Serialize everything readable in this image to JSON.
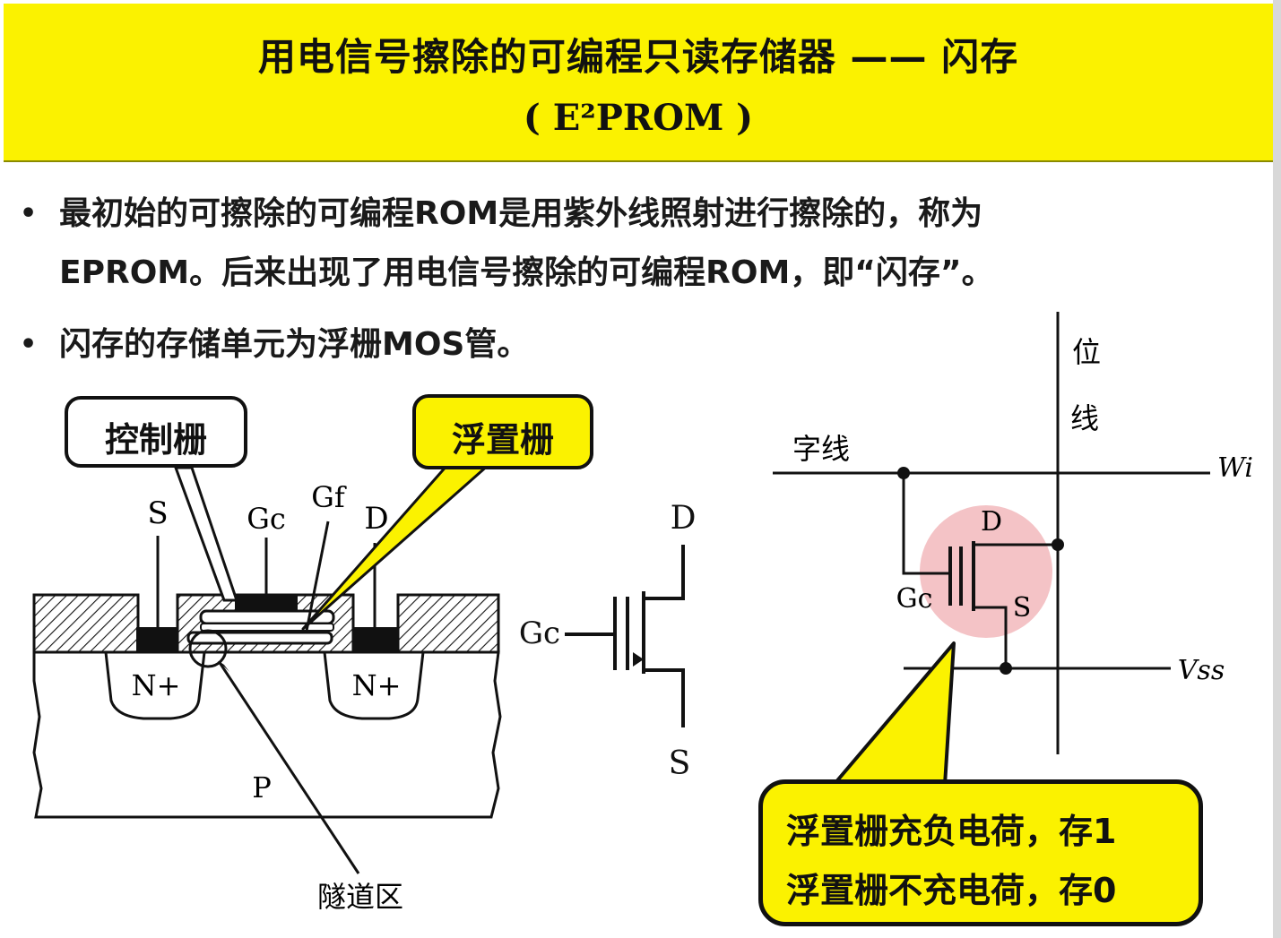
{
  "header": {
    "title": "用电信号擦除的可编程只读存储器 —— 闪存",
    "subtitle": "( E²PROM )"
  },
  "bullets": [
    {
      "line1": "最初始的可擦除的可编程ROM是用紫外线照射进行擦除的，称为",
      "line2": "EPROM。后来出现了用电信号擦除的可编程ROM，即“闪存”。"
    },
    {
      "line1": "闪存的存储单元为浮栅MOS管。"
    }
  ],
  "bullet_marker": "•",
  "cross_section": {
    "callout_control_gate": "控制栅",
    "callout_floating_gate": "浮置栅",
    "label_s": "S",
    "label_gc": "Gc",
    "label_gf": "Gf",
    "label_d": "D",
    "label_n_left": "N+",
    "label_n_right": "N+",
    "label_p": "P",
    "label_tunnel": "隧道区"
  },
  "symbol": {
    "label_d": "D",
    "label_gc": "Gc",
    "label_s": "S"
  },
  "circuit": {
    "label_bitline_1": "位",
    "label_bitline_2": "线",
    "label_wordline": "字线",
    "label_wi": "Wi",
    "label_d": "D",
    "label_gc": "Gc",
    "label_s": "S",
    "label_vss": "Vss"
  },
  "note": {
    "line1": "浮置栅充负电荷，存1",
    "line2": "浮置栅不充电荷，存0"
  },
  "colors": {
    "header_bg": "#fbf200",
    "callout_yellow": "#fbf200",
    "highlight_pink": "#f2b8bc"
  }
}
